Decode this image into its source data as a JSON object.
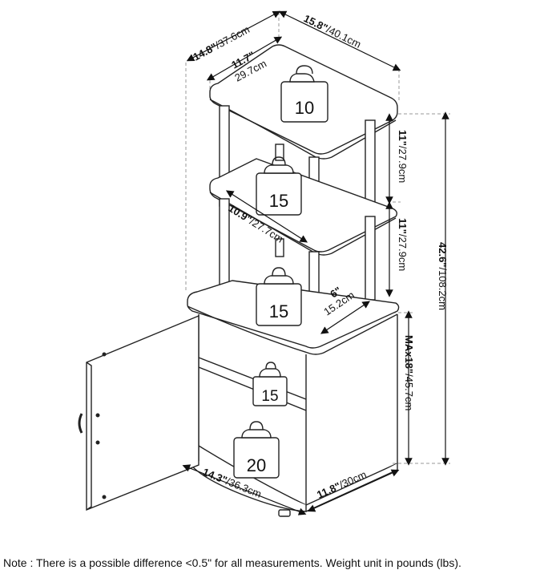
{
  "dimensions": {
    "depth_top": {
      "in": "14.8\"",
      "cm": "/37.6cm"
    },
    "width_top": {
      "in": "15.8\"",
      "cm": "/40.1cm"
    },
    "shelf_width": {
      "in": "11.7\"",
      "cm": "29.7cm"
    },
    "shelf_spacing_1": {
      "in": "11\"",
      "cm": "/27.9cm"
    },
    "shelf_spacing_2": {
      "in": "11\"",
      "cm": "/27.9cm"
    },
    "shelf_diag": {
      "in": "10.9\"",
      "cm": "/27.7cm"
    },
    "total_height": {
      "in": "42.6\"",
      "cm": "/108.2cm"
    },
    "post_gap": {
      "in": "6\"",
      "cm": "15.2cm"
    },
    "cabinet_height": {
      "in": "MAx18\"",
      "cm": "/45.7cm"
    },
    "cabinet_depth": {
      "in": "14.3\"",
      "cm": "/36.3cm"
    },
    "cabinet_width": {
      "in": "11.8\"",
      "cm": "/30cm"
    }
  },
  "weights": {
    "top": "10",
    "second": "15",
    "third": "15",
    "cabinet_shelf": "15",
    "cabinet_bottom": "20"
  },
  "note": "Note : There is a possible difference <0.5\" for all measurements. Weight unit in pounds (lbs)."
}
